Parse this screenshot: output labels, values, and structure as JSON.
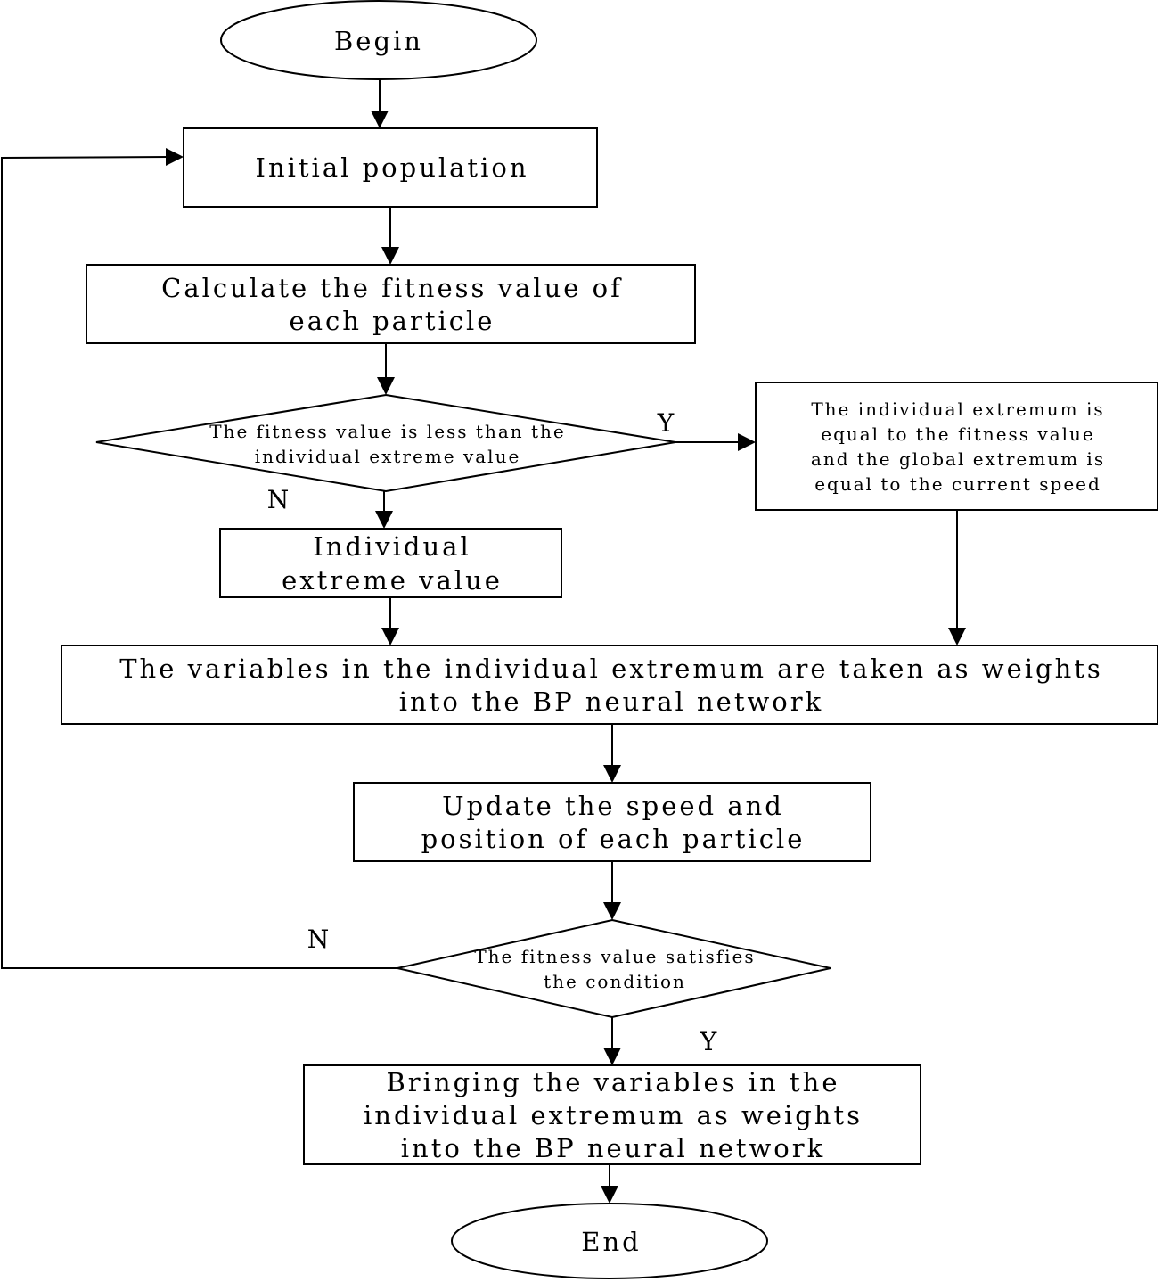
{
  "nodes": {
    "begin": {
      "text": "Begin"
    },
    "init_population": {
      "text": "Initial population"
    },
    "calc_fitness": {
      "line1": "Calculate the fitness value of",
      "line2": "each particle"
    },
    "decision_less": {
      "line1": "The fitness value is less than the",
      "line2": "individual extreme value"
    },
    "update_extremum": {
      "line1": "The individual extremum is",
      "line2": "equal to the fitness value",
      "line3": "and the global extremum is",
      "line4": "equal to the current speed"
    },
    "individual_extreme": {
      "line1": "Individual",
      "line2": "extreme value"
    },
    "variables_weights": {
      "line1": "The variables in the individual extremum are taken as weights",
      "line2": "into the BP neural network"
    },
    "update_speed": {
      "line1": "Update the speed and",
      "line2": "position of each particle"
    },
    "decision_satisfies": {
      "line1": "The fitness value satisfies",
      "line2": "the condition"
    },
    "bring_variables": {
      "line1": "Bringing the variables in the",
      "line2": "individual extremum as weights",
      "line3": "into the BP neural network"
    },
    "end": {
      "text": "End"
    }
  },
  "edge_labels": {
    "less_yes": "Y",
    "less_no": "N",
    "satisfies_no": "N",
    "satisfies_yes": "Y"
  }
}
